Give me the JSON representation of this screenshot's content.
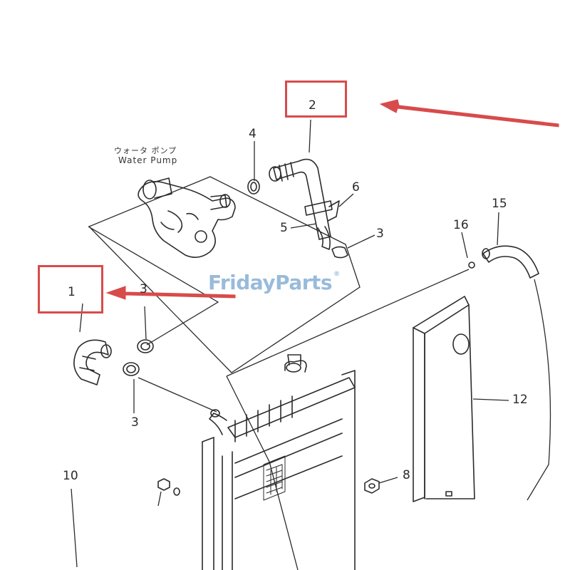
{
  "diagram": {
    "water_pump_label_jp": "ウォータ ポンプ",
    "water_pump_label_en": "Water Pump",
    "callouts": {
      "c1": "1",
      "c2": "2",
      "c3a": "3",
      "c3b": "3",
      "c3c": "3",
      "c4": "4",
      "c5": "5",
      "c6": "6",
      "c8": "8",
      "c10": "10",
      "c12": "12",
      "c15": "15",
      "c16": "16"
    },
    "highlight_color": "#d84b4b",
    "arrow_color": "#d84b4b"
  },
  "watermark": {
    "text_friday": "Friday",
    "text_parts": "Parts",
    "registered": "®",
    "color": "#8fb4d8",
    "accent_color": "#e8a93a"
  }
}
